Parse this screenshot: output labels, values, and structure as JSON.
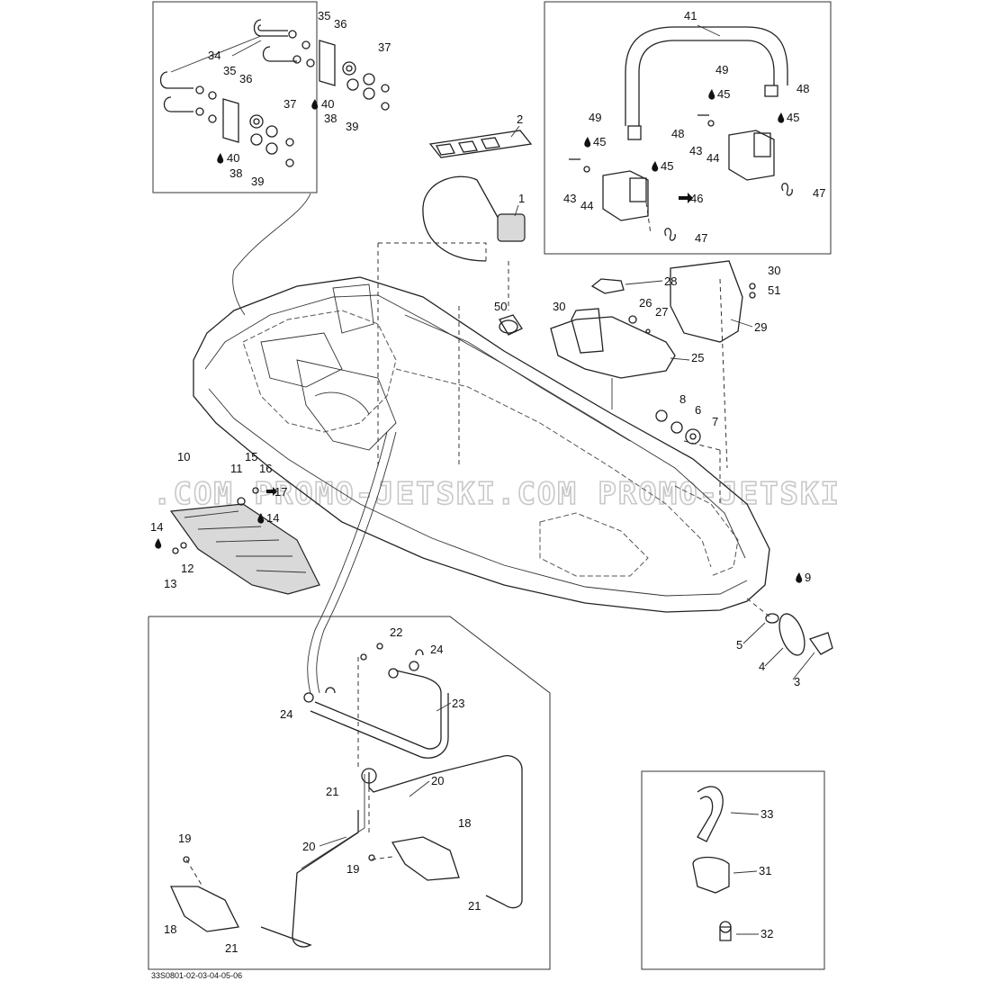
{
  "watermark": ".COM  PROMO-JETSKI.COM  PROMO-JETSKI",
  "footer_code": "33S0801-02-03-04-05-06",
  "callouts": {
    "c1": "1",
    "c2": "2",
    "c3": "3",
    "c4": "4",
    "c5": "5",
    "c6": "6",
    "c7": "7",
    "c8": "8",
    "c9": "9",
    "c10": "10",
    "c11": "11",
    "c12": "12",
    "c13": "13",
    "c14a": "14",
    "c14b": "14",
    "c15": "15",
    "c16": "16",
    "c17": "17",
    "c18a": "18",
    "c18b": "18",
    "c19a": "19",
    "c19b": "19",
    "c20a": "20",
    "c20b": "20",
    "c21a": "21",
    "c21b": "21",
    "c21c": "21",
    "c22": "22",
    "c23": "23",
    "c24a": "24",
    "c24b": "24",
    "c25": "25",
    "c26": "26",
    "c27": "27",
    "c28": "28",
    "c29": "29",
    "c30a": "30",
    "c30b": "30",
    "c31": "31",
    "c32": "32",
    "c33": "33",
    "c34": "34",
    "c35a": "35",
    "c35b": "35",
    "c36a": "36",
    "c36b": "36",
    "c37a": "37",
    "c37b": "37",
    "c38a": "38",
    "c38b": "38",
    "c39a": "39",
    "c39b": "39",
    "c40a": "40",
    "c40b": "40",
    "c41": "41",
    "c43a": "43",
    "c43b": "43",
    "c44a": "44",
    "c44b": "44",
    "c45a": "45",
    "c45b": "45",
    "c45c": "45",
    "c45d": "45",
    "c46": "46",
    "c47a": "47",
    "c47b": "47",
    "c48a": "48",
    "c48b": "48",
    "c49a": "49",
    "c49b": "49",
    "c50": "50",
    "c51": "51"
  },
  "icons": {
    "lubricant": "oil-drop-icon",
    "arrow": "right-arrow-icon"
  }
}
